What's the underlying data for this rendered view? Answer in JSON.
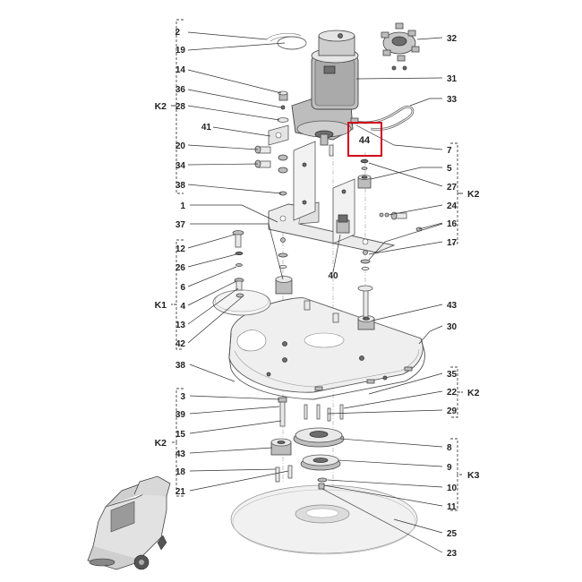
{
  "callouts": {
    "left": [
      "2",
      "19",
      "14",
      "36",
      "28",
      "41",
      "20",
      "34",
      "38",
      "1",
      "37",
      "12",
      "26",
      "6",
      "4",
      "13",
      "42",
      "38",
      "3",
      "39",
      "15",
      "43",
      "18",
      "21"
    ],
    "right": [
      "32",
      "31",
      "33",
      "7",
      "5",
      "27",
      "24",
      "16",
      "17",
      "40",
      "43",
      "30",
      "35",
      "22",
      "29",
      "8",
      "9",
      "10",
      "11",
      "25",
      "23"
    ]
  },
  "groups": {
    "k2_top": "K2",
    "k2_right": "K2",
    "k1": "K1",
    "k2_right_lower": "K2",
    "k2_left_lower": "K2",
    "k3": "K3"
  },
  "highlight": {
    "label": "44",
    "color": "#d0021b"
  }
}
